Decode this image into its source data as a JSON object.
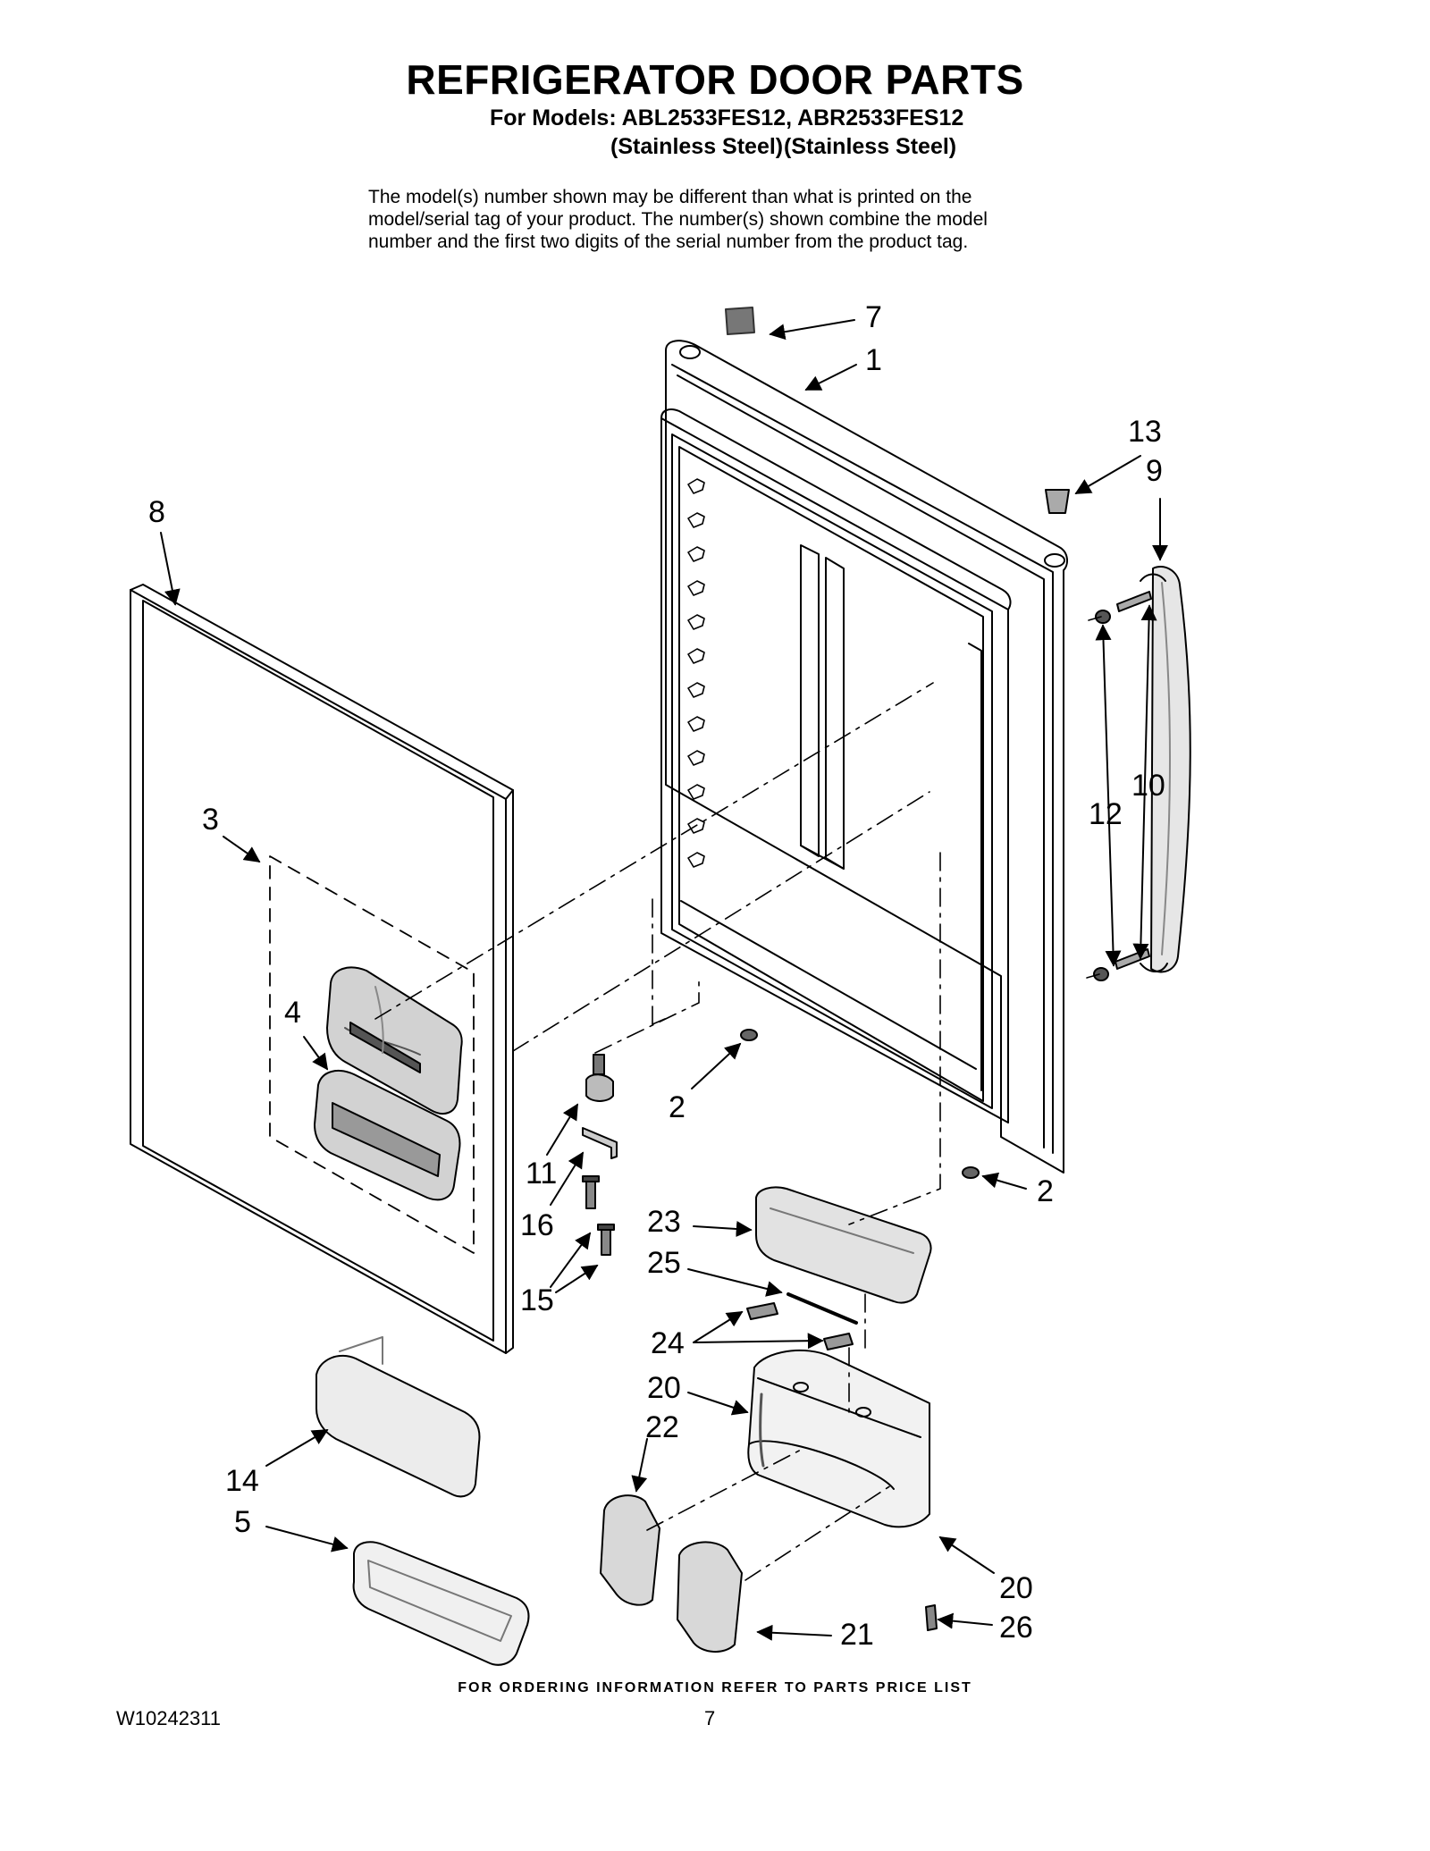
{
  "header": {
    "title": "REFRIGERATOR DOOR PARTS",
    "models": "For Models: ABL2533FES12, ABR2533FES12",
    "finish_1": "(Stainless Steel)",
    "finish_2": "(Stainless Steel)"
  },
  "intro": {
    "line_1": "The model(s) number shown may be different than what is printed on the",
    "line_2": "model/serial tag of your product. The number(s) shown combine the model",
    "line_3": "number and the first two digits of the serial number from the product tag."
  },
  "callouts": {
    "c1": "1",
    "c2a": "2",
    "c2b": "2",
    "c3": "3",
    "c4": "4",
    "c5": "5",
    "c7": "7",
    "c8": "8",
    "c9": "9",
    "c10": "10",
    "c11": "11",
    "c12": "12",
    "c13": "13",
    "c14": "14",
    "c15": "15",
    "c16": "16",
    "c20a": "20",
    "c20b": "20",
    "c21": "21",
    "c22": "22",
    "c23": "23",
    "c24": "24",
    "c25": "25",
    "c26": "26"
  },
  "footer": {
    "ordering": "FOR ORDERING INFORMATION REFER TO PARTS PRICE LIST",
    "doc_number": "W10242311",
    "page_number": "7"
  }
}
